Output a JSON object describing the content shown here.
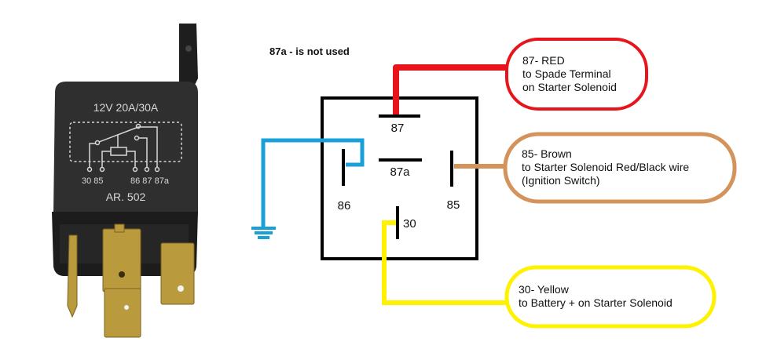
{
  "note": "87a - is not used",
  "relay_photo": {
    "rating": "12V  20A/30A",
    "pin_labels_left": "30 85",
    "pin_labels_right": "86 87 87a",
    "model": "AR. 502"
  },
  "schematic": {
    "pins": {
      "p87": "87",
      "p87a": "87a",
      "p86": "86",
      "p85": "85",
      "p30": "30"
    }
  },
  "callouts": {
    "red": {
      "title": "87- RED",
      "line1": "to Spade Terminal",
      "line2": "on Starter Solenoid",
      "color": "#e8141b"
    },
    "brown": {
      "title": "85- Brown",
      "line1": "to Starter Solenoid Red/Black wire",
      "line2": "(Ignition Switch)",
      "color": "#d4935a"
    },
    "yellow": {
      "title": "30- Yellow",
      "line1": "to Battery + on Starter Solenoid",
      "color": "#fff200"
    }
  },
  "colors": {
    "ground_wire": "#1aa0d8",
    "relay_body": "#2b2b2b",
    "terminal_brass": "#b99a3c"
  }
}
